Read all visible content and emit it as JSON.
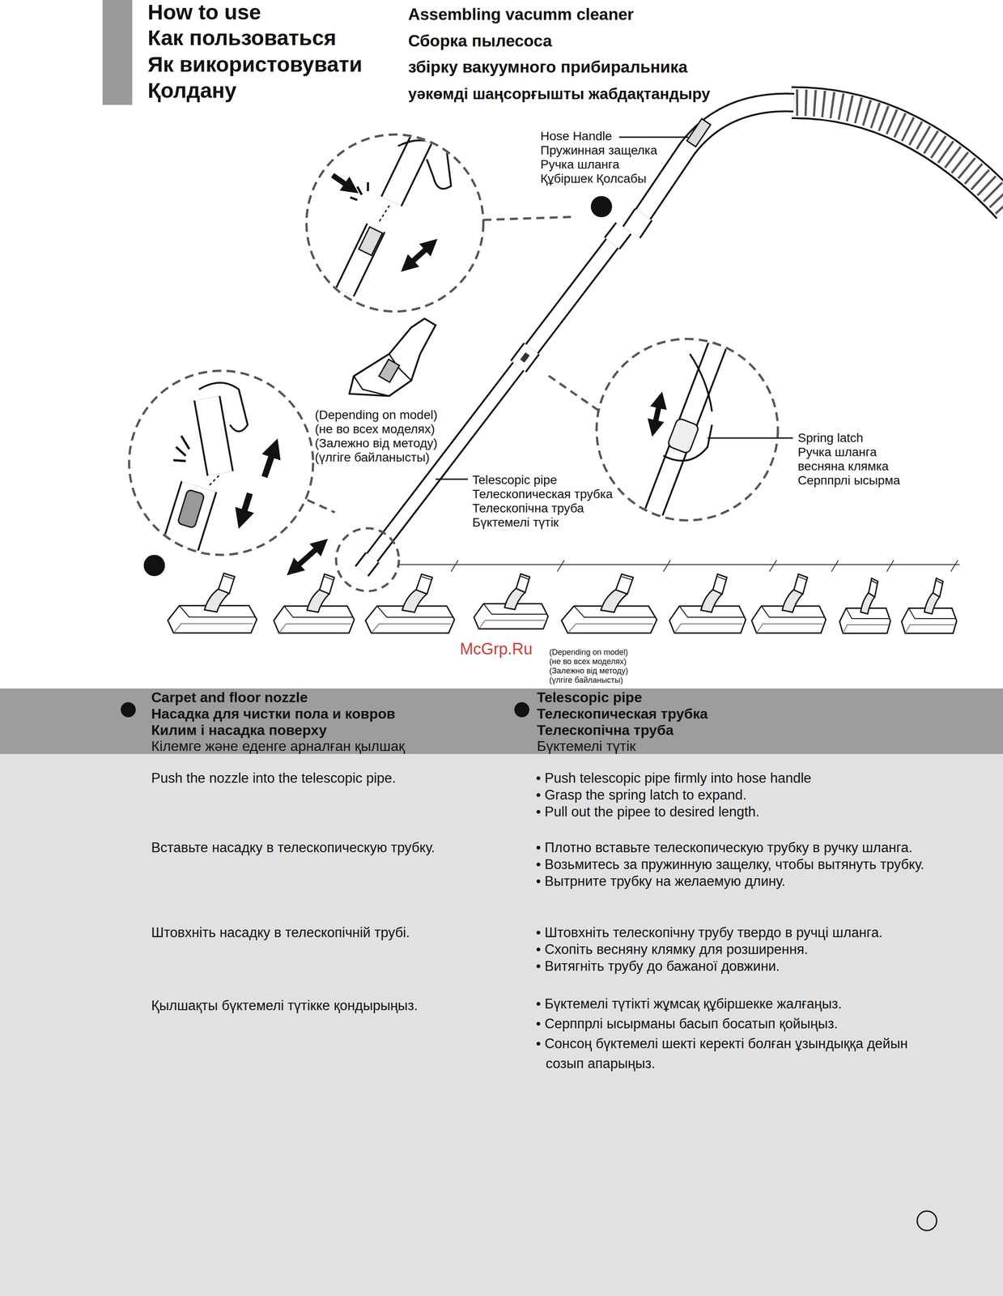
{
  "diagram": {
    "title": "How to use",
    "nodes": [
      {
        "text": [
          "Carpet and floor nozzle",
          "Насадка для чистки пола и ковров",
          "Килим і насадка поверху",
          "Кілемге және еденге арналған қылшақ",
          "Telescopic pipe",
          "Телескопическая трубка",
          "Телескопічна труба",
          "Бүктемелі түтік"
        ]
      }
    ],
    "labels": [
      "Как пользоваться",
      "Як використовувати",
      "Қолдану",
      "Assembling vacumm cleaner",
      "Сборка пылесоса",
      "збірку вакуумного прибиральника",
      "уәкөмді шаңсорғышты жабдақтандыру",
      "Hose Handle",
      "Пружинная защелка",
      "Ручка шланга",
      "Құбіршек Қолсабы",
      "(Depending on model)",
      "(не во всех моделях)",
      "(Залежно від методу)",
      "(үлгіге байланысты)",
      "Spring latch",
      "Ручка шланга",
      "весняна клямка",
      "Серппрлі ысырма",
      "Telescopic pipe",
      "Телескопическая трубка",
      "Телескопічна труба",
      "Бүктемелі түтік",
      "(Depending on model)",
      "(не во всех моделях)",
      "(Залежно від методу)",
      "(үлгіге байланысты)",
      "McGrp.Ru",
      "Push the nozzle into the telescopic pipe.",
      "Вставьте насадку в телескопическую трубку.",
      "Штовхніть насадку в телескопічній трубі.",
      "Қылшақты бүктемелі түтікке қондырыңыз.",
      "• Push telescopic pipe firmly into hose handle",
      "• Grasp the spring latch to expand.",
      "• Pull out the pipee to desired length.",
      "• Плотно вставьте телескопическую трубку в ручку шланга.",
      "• Возьмитесь за пружинную защелку, чтобы вытянуть трубку.",
      "• Вытрните трубку на желаемую длину.",
      "• Штовхніть телескопічну трубу твердо в ручці шланга.",
      "• Схопіть весняну клямку для розширення.",
      "• Витягніть трубу до бажаної довжини.",
      "• Бүктемелі түтікті жұмсақ құбіршекке жалғаңыз.",
      "• Серппрлі ысырманы басып босатып қойыңыз.",
      "• Сонсоң бүктемелі шекті керекті болған ұзындыққа дейын созып апарыңыз."
    ]
  }
}
